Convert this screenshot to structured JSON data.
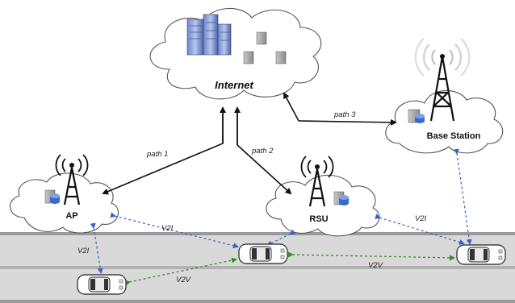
{
  "nodes": {
    "internet": "Internet",
    "ap": "AP",
    "rsu": "RSU",
    "base_station": "Base Station"
  },
  "paths": {
    "path1": "path 1",
    "path2": "path 2",
    "path3": "path 3"
  },
  "links": {
    "v2i_ap_car2": "V2I",
    "v2i_ap_car1": "V2I",
    "v2i_rsu_car3": "V2I",
    "v2v_car2_car3": "V2V",
    "v2v_car1_car2": "V2V"
  },
  "colors": {
    "v2i": "#3b5fc9",
    "v2v": "#3a8a2e",
    "path": "#111111",
    "road": "#d9d9d9"
  }
}
